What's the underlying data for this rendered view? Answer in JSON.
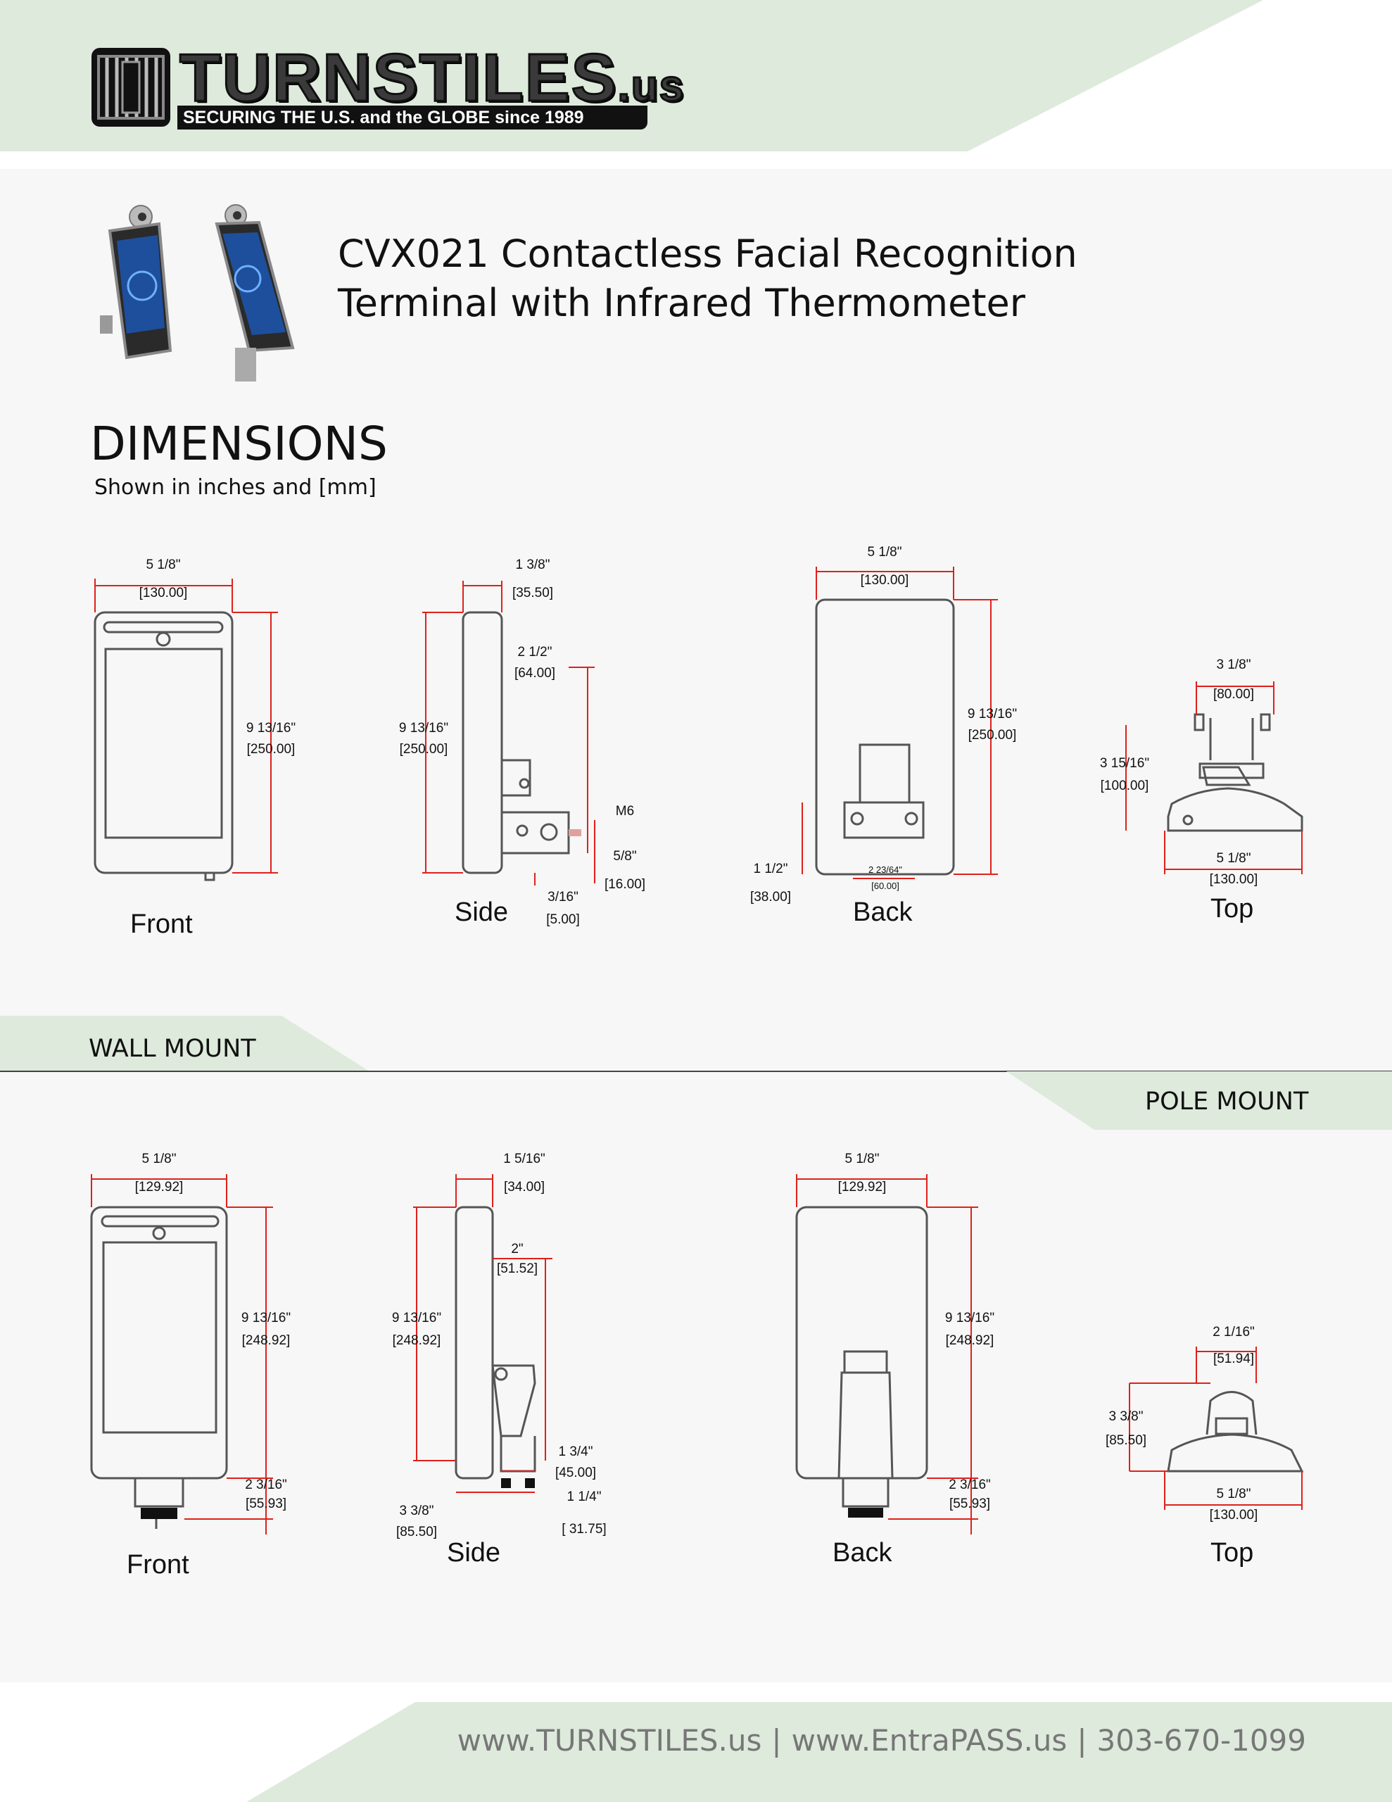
{
  "brand": {
    "logo_text": "TURNSTILES",
    "logo_suffix": ".us",
    "tagline": "SECURING THE U.S. and the GLOBE since 1989"
  },
  "title": {
    "line1": "CVX021 Contactless Facial Recognition",
    "line2": "Terminal with Infrared Thermometer"
  },
  "dimensions": {
    "heading": "DIMENSIONS",
    "subheading": "Shown in inches and [mm]"
  },
  "wall_mount": {
    "section_label": "WALL MOUNT",
    "front": {
      "label": "Front",
      "width_in": "5 1/8\"",
      "width_mm": "[130.00]",
      "height_in": "9 13/16\"",
      "height_mm": "[250.00]"
    },
    "side": {
      "label": "Side",
      "depth_in": "1 3/8\"",
      "depth_mm": "[35.50]",
      "height_in": "9 13/16\"",
      "height_mm": "[250.00]",
      "bracket_in": "2 1/2\"",
      "bracket_mm": "[64.00]",
      "thread": "M6",
      "offset_in": "5/8\"",
      "offset_mm": "[16.00]",
      "small_in": "3/16\"",
      "small_mm": "[5.00]"
    },
    "back": {
      "label": "Back",
      "width_in": "5 1/8\"",
      "width_mm": "[130.00]",
      "height_in": "9 13/16\"",
      "height_mm": "[250.00]",
      "bracket_h_in": "1 1/2\"",
      "bracket_h_mm": "[38.00]",
      "hole_in": "2 23/64\"",
      "hole_mm": "[60.00]"
    },
    "top": {
      "label": "Top",
      "bracket_in": "3 1/8\"",
      "bracket_mm": "[80.00]",
      "depth_in": "3 15/16\"",
      "depth_mm": "[100.00]",
      "width_in": "5 1/8\"",
      "width_mm": "[130.00]"
    }
  },
  "pole_mount": {
    "section_label": "POLE MOUNT",
    "front": {
      "label": "Front",
      "width_in": "5 1/8\"",
      "width_mm": "[129.92]",
      "height_in": "9 13/16\"",
      "height_mm": "[248.92]",
      "pole_in": "2 3/16\"",
      "pole_mm": "[55.93]"
    },
    "side": {
      "label": "Side",
      "depth_in": "1 5/16\"",
      "depth_mm": "[34.00]",
      "height_in": "9 13/16\"",
      "height_mm": "[248.92]",
      "bracket_in": "2\"",
      "bracket_mm": "[51.52]",
      "base_in": "1 3/4\"",
      "base_mm": "[45.00]",
      "stem_in": "1 1/4\"",
      "stem_mm": "[ 31.75]",
      "total_in": "3 3/8\"",
      "total_mm": "[85.50]"
    },
    "back": {
      "label": "Back",
      "width_in": "5 1/8\"",
      "width_mm": "[129.92]",
      "height_in": "9 13/16\"",
      "height_mm": "[248.92]",
      "pole_in": "2 3/16\"",
      "pole_mm": "[55.93]"
    },
    "top": {
      "label": "Top",
      "width_in": "2 1/16\"",
      "width_mm": "[51.94]",
      "depth_in": "3 3/8\"",
      "depth_mm": "[85.50]",
      "base_in": "5 1/8\"",
      "base_mm": "[130.00]"
    }
  },
  "footer": {
    "site1": "www.TURNSTILES.us",
    "site2": "www.EntraPASS.us",
    "phone": "303-670-1099",
    "separator": "|"
  },
  "colors": {
    "band": "#deeadc",
    "dimension_line": "#e0201c",
    "outline": "#555555",
    "footer_text": "#777777"
  }
}
